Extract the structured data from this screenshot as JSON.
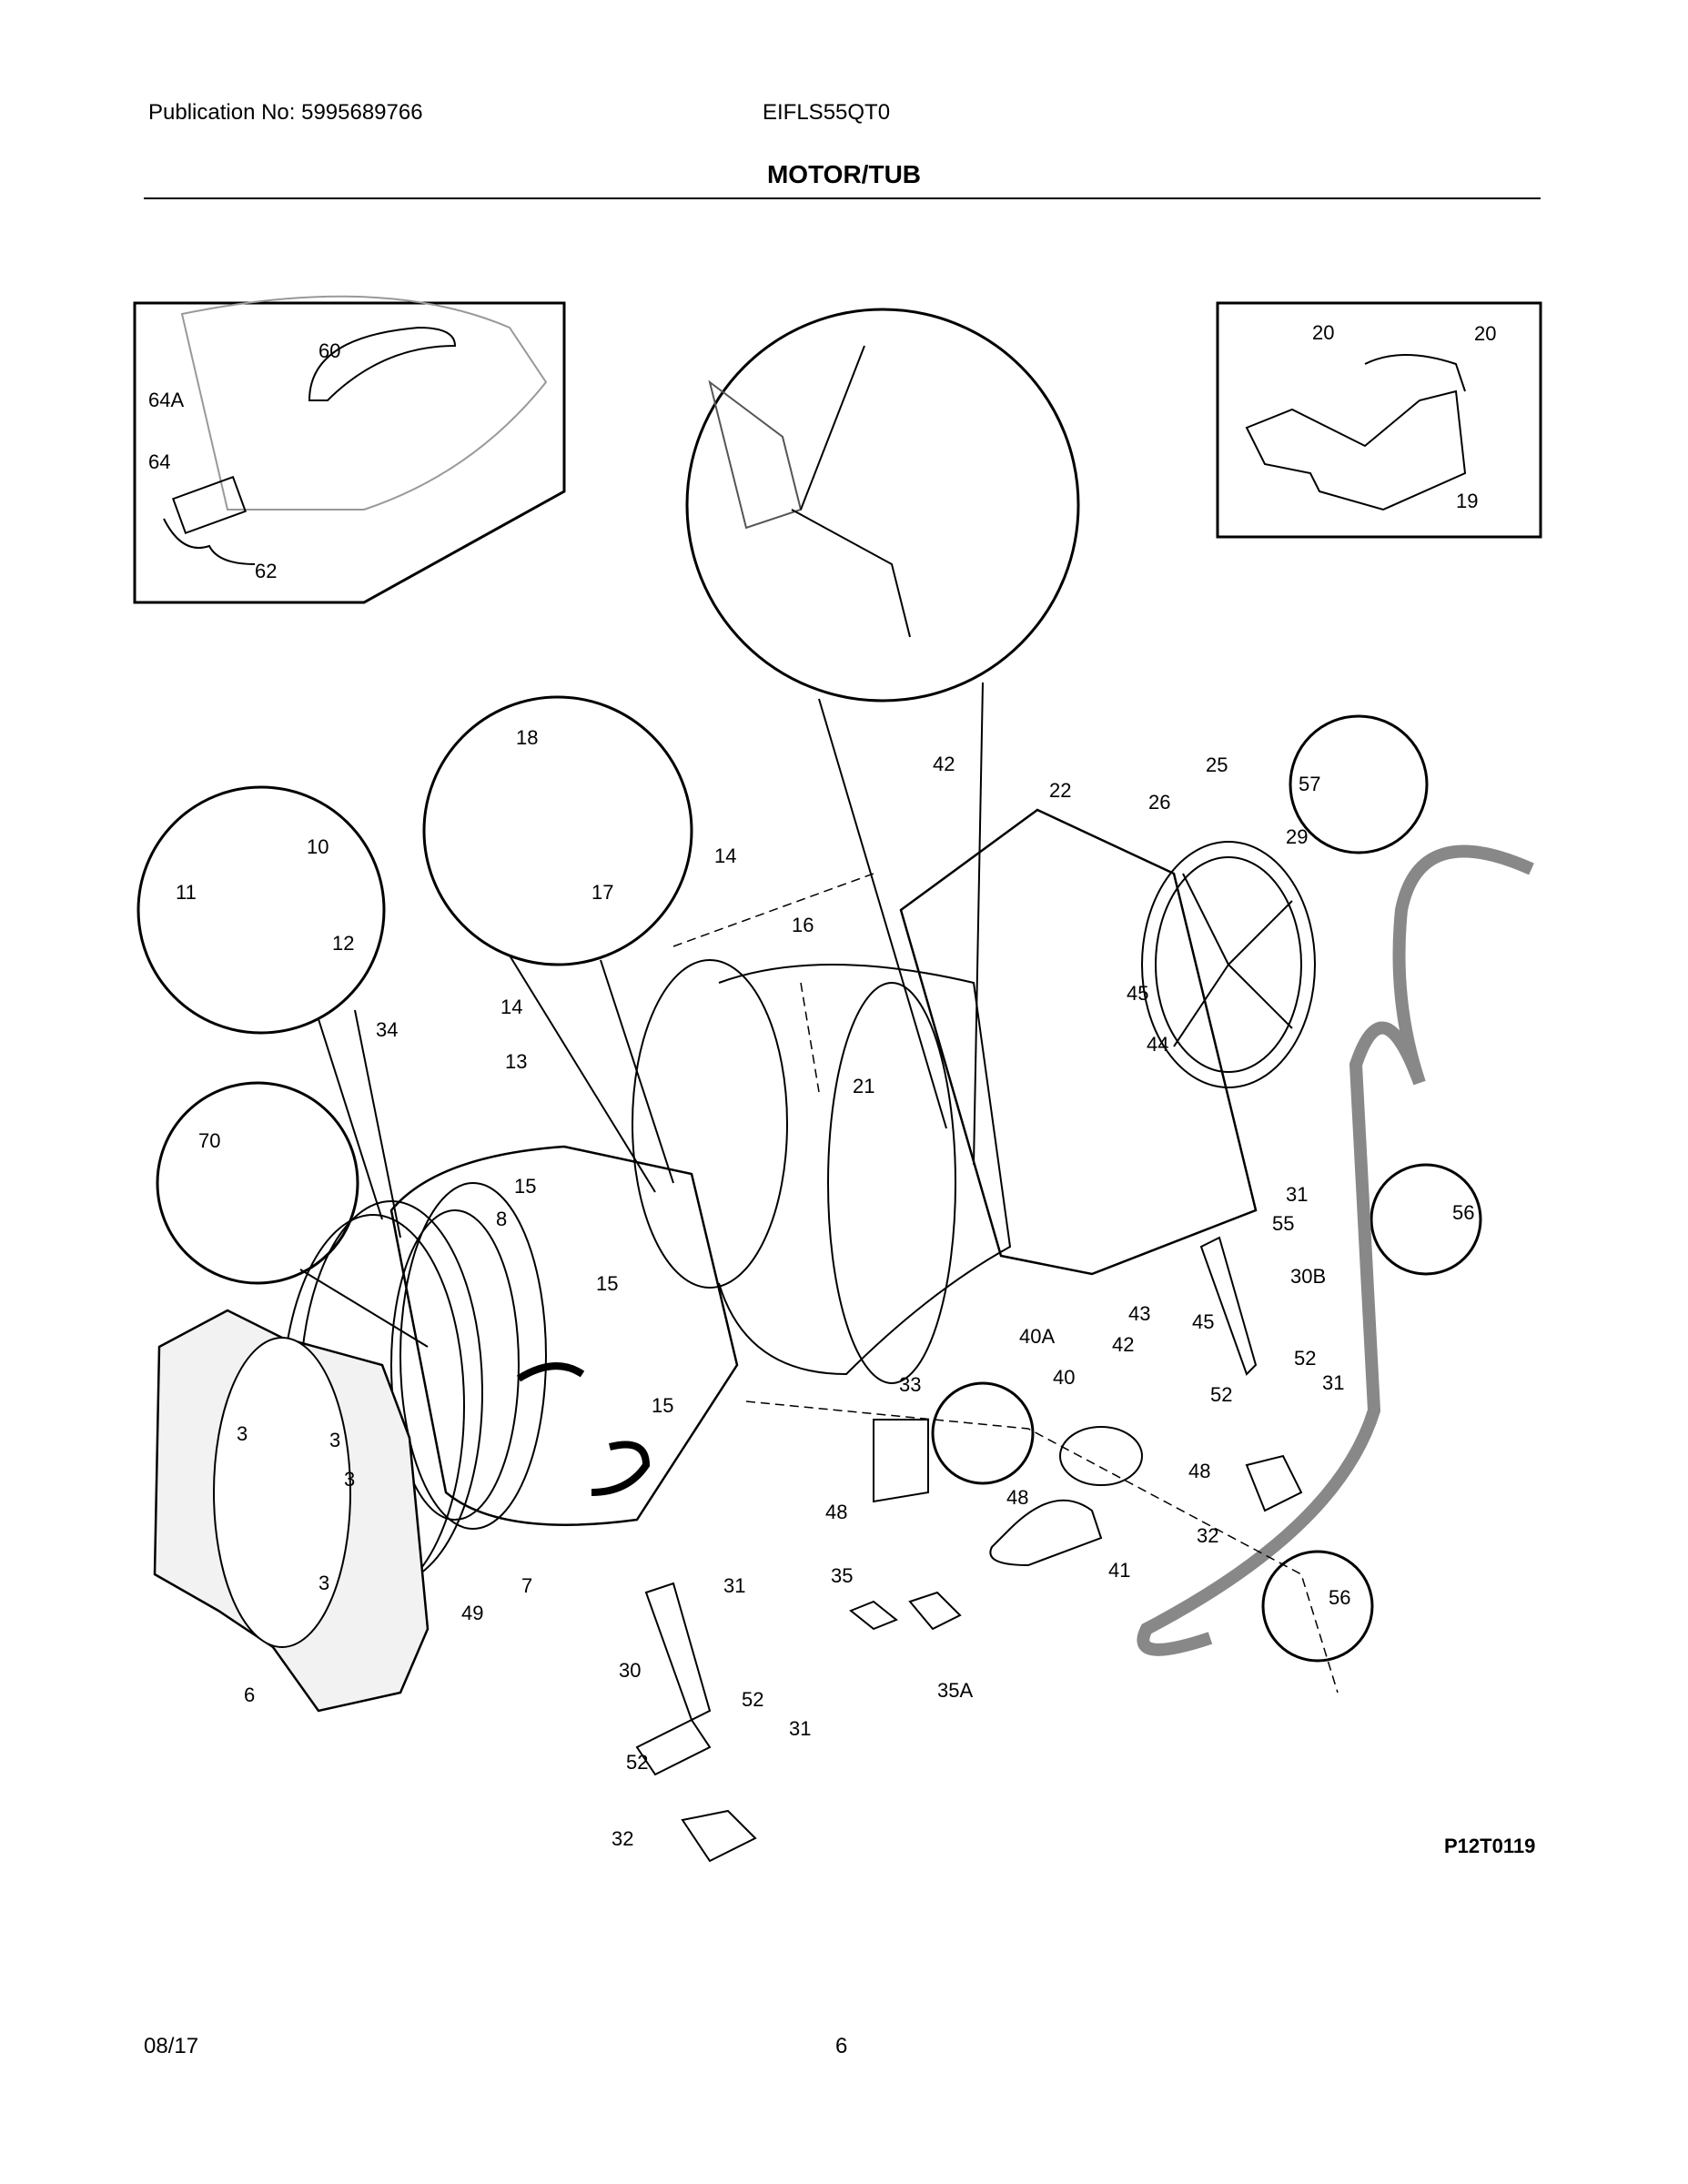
{
  "header": {
    "publication": "Publication No: 5995689766",
    "model": "EIFLS55QT0",
    "title": "MOTOR/TUB"
  },
  "diagram": {
    "callouts": [
      "60",
      "64A",
      "64",
      "62",
      "20",
      "20",
      "19",
      "18",
      "17",
      "10",
      "11",
      "12",
      "14",
      "14",
      "16",
      "42",
      "22",
      "26",
      "25",
      "57",
      "29",
      "45",
      "44",
      "21",
      "34",
      "13",
      "70",
      "15",
      "8",
      "15",
      "15",
      "31",
      "55",
      "56",
      "30B",
      "43",
      "45",
      "40A",
      "42",
      "40",
      "52",
      "31",
      "33",
      "52",
      "48",
      "48",
      "48",
      "35",
      "41",
      "32",
      "56",
      "3",
      "3",
      "3",
      "3",
      "7",
      "49",
      "6",
      "31",
      "30",
      "52",
      "52",
      "31",
      "32",
      "35A"
    ]
  },
  "footer": {
    "diagram_code": "P12T0119",
    "date": "08/17",
    "page": "6"
  }
}
